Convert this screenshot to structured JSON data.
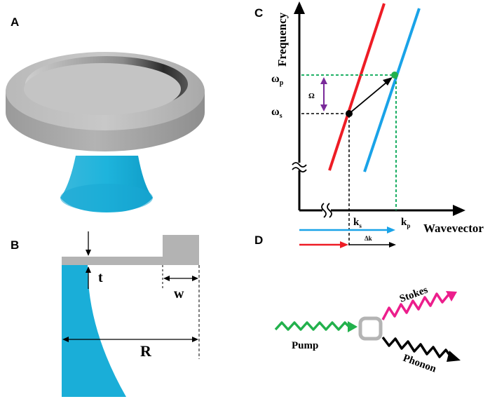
{
  "panels": {
    "a": {
      "letter": "A"
    },
    "b": {
      "letter": "B",
      "dim_thickness": "t",
      "dim_width": "w",
      "dim_radius": "R"
    },
    "c": {
      "letter": "C",
      "y_axis_label": "Frequency",
      "x_axis_label": "Wavevector",
      "omega_p": "ω",
      "omega_p_sub": "p",
      "omega_s": "ω",
      "omega_s_sub": "s",
      "big_omega": "Ω",
      "k_s": "k",
      "k_s_sub": "s",
      "k_p": "k",
      "k_p_sub": "p",
      "delta_k": "Δk",
      "colors": {
        "stokes_line": "#ee1c25",
        "pump_line": "#1aa3e8",
        "pump_point": "#22b14c",
        "omega_arrow": "#7a2a9a",
        "guide_green": "#00a651"
      }
    },
    "d": {
      "letter": "D",
      "pump": "Pump",
      "stokes": "Stokes",
      "phonon": "Phonon",
      "colors": {
        "pump": "#22b14c",
        "stokes": "#ec1e8c",
        "phonon": "#000000",
        "resonator": "#b4b4b4"
      }
    }
  }
}
